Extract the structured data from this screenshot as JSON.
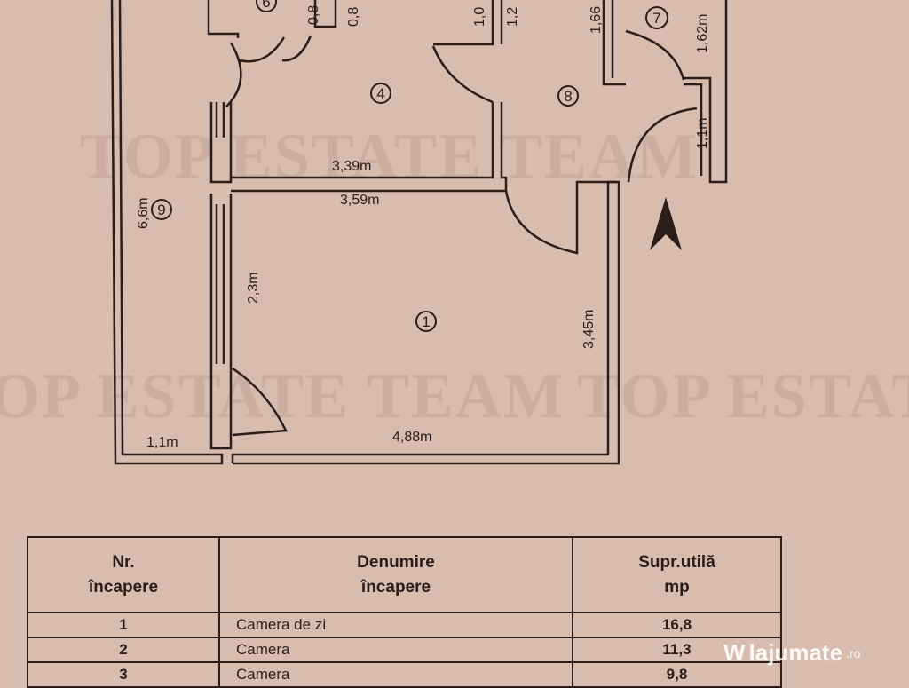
{
  "watermark": "TOP ESTATE TEAM",
  "plan": {
    "rooms": [
      "6",
      "4",
      "7",
      "8",
      "9",
      "1"
    ],
    "dimensions": {
      "d08a": "0,8",
      "d08b": "0,8",
      "d10": "1,0",
      "d12": "1,2",
      "d166": "1,66",
      "d162": "1,62m",
      "d11r": "1,1m",
      "d339": "3,39m",
      "d359": "3,59m",
      "d66": "6,6m",
      "d23": "2,3m",
      "d345": "3,45m",
      "d11b": "1,1m",
      "d488": "4,88m"
    },
    "north_arrow": "north-arrow-icon"
  },
  "table": {
    "headers": [
      "Nr.\nîncapere",
      "Denumire\nîncapere",
      "Supr.utilă\nmp"
    ],
    "rows": [
      {
        "nr": "1",
        "name": "Camera de zi",
        "area": "16,8"
      },
      {
        "nr": "2",
        "name": "Camera",
        "area": "11,3"
      },
      {
        "nr": "3",
        "name": "Camera",
        "area": "9,8"
      }
    ]
  },
  "logo": {
    "text": "lajumate",
    "suffix": ".ro"
  },
  "colors": {
    "paper": "#d8bcad",
    "ink": "#2a1d1a"
  }
}
